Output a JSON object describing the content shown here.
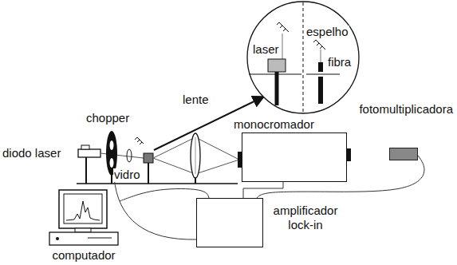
{
  "diagram": {
    "nodes": [
      {
        "text": [
          "monocromador"
        ]
      },
      {
        "text": [
          "fotomultiplicadora"
        ]
      },
      {
        "text": [
          "amplificador lock-in"
        ]
      },
      {
        "text": [
          "computador"
        ]
      }
    ],
    "edges": [
      {
        "from": 1,
        "to": 2,
        "arrow": "none"
      },
      {
        "from": 0,
        "to": 2,
        "arrow": "none"
      },
      {
        "from": 2,
        "to": 3,
        "arrow": "none"
      }
    ],
    "labels": [
      "diodo laser",
      "chopper",
      "vidro",
      "lente",
      "laser",
      "espelho",
      "fibra"
    ]
  }
}
